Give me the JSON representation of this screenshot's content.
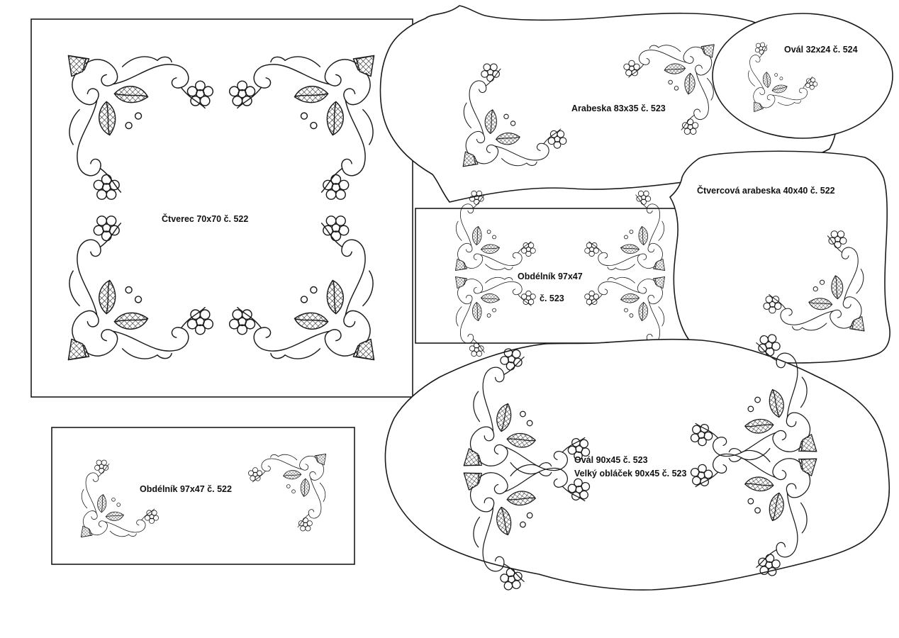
{
  "colors": {
    "ink": "#1a1a1a",
    "paper": "#ffffff"
  },
  "patterns": {
    "square_70": {
      "label": "Čtverec 70x70   č. 522"
    },
    "arabesque_83": {
      "label": "Arabeska 83x35   č. 523"
    },
    "oval_32": {
      "label": "Ovál 32x24   č. 524"
    },
    "square_arabesque_40": {
      "label": "Čtvercová arabeska 40x40   č. 522"
    },
    "rect_97_523": {
      "line1": "Obdélník 97x47",
      "line2": "č. 523"
    },
    "rect_97_522": {
      "label": "Obdélník 97x47   č. 522"
    },
    "oval_90": {
      "line1": "Ovál 90x45   č. 523",
      "line2": "Velký obláček 90x45   č. 523"
    }
  }
}
